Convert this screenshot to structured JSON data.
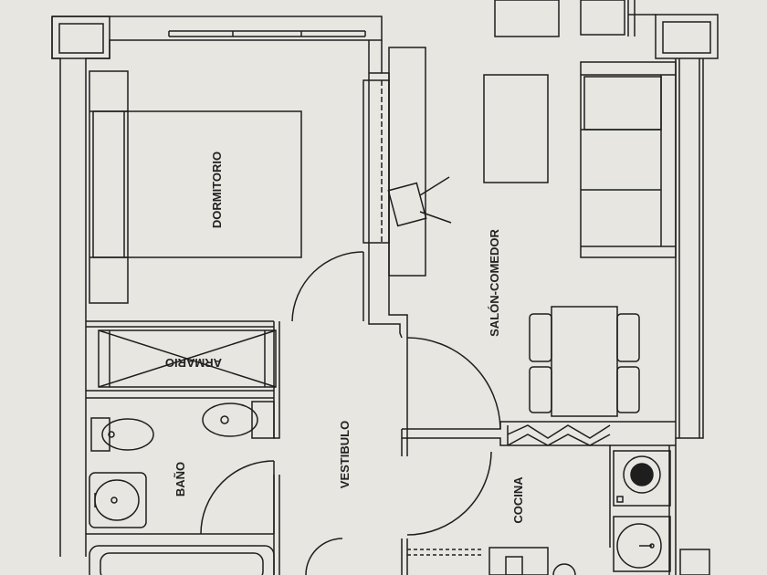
{
  "floor_plan": {
    "rooms": {
      "dormitorio": "DORMITORIO",
      "armario": "ARMARIO",
      "bano": "BAÑO",
      "vestibulo": "VESTIBULO",
      "salon_comedor": "SALÓN-COMEDOR",
      "cocina": "COCINA"
    },
    "colors": {
      "paper": "#e7e6e1",
      "ink": "#1e1e1e"
    }
  }
}
